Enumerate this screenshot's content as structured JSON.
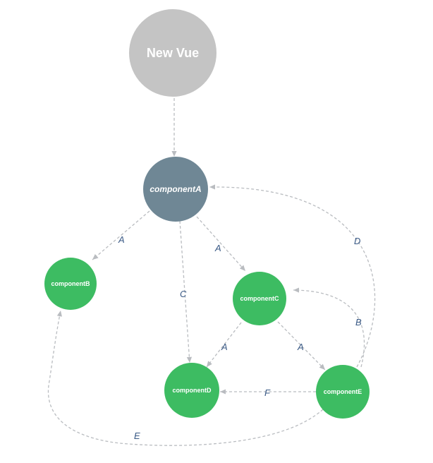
{
  "colors": {
    "root": "#c4c4c4",
    "parent": "#6f8795",
    "child": "#3dbc62",
    "edge": "#b9bcc0",
    "edge_label": "#3a5a86"
  },
  "nodes": {
    "newvue": {
      "label": "New Vue"
    },
    "compA": {
      "label": "componentA"
    },
    "compB": {
      "label": "componentB"
    },
    "compC": {
      "label": "componentC"
    },
    "compD": {
      "label": "componentD"
    },
    "compE": {
      "label": "componentE"
    }
  },
  "edges": {
    "root_to_a": {
      "label": ""
    },
    "a_to_b": {
      "label": "A"
    },
    "a_to_c": {
      "label": "A"
    },
    "a_to_d": {
      "label": "C"
    },
    "c_to_d": {
      "label": "A"
    },
    "c_to_e": {
      "label": "A"
    },
    "e_to_d": {
      "label": "F"
    },
    "e_to_c": {
      "label": "B"
    },
    "e_to_a": {
      "label": "D"
    },
    "e_to_b": {
      "label": "E"
    }
  }
}
